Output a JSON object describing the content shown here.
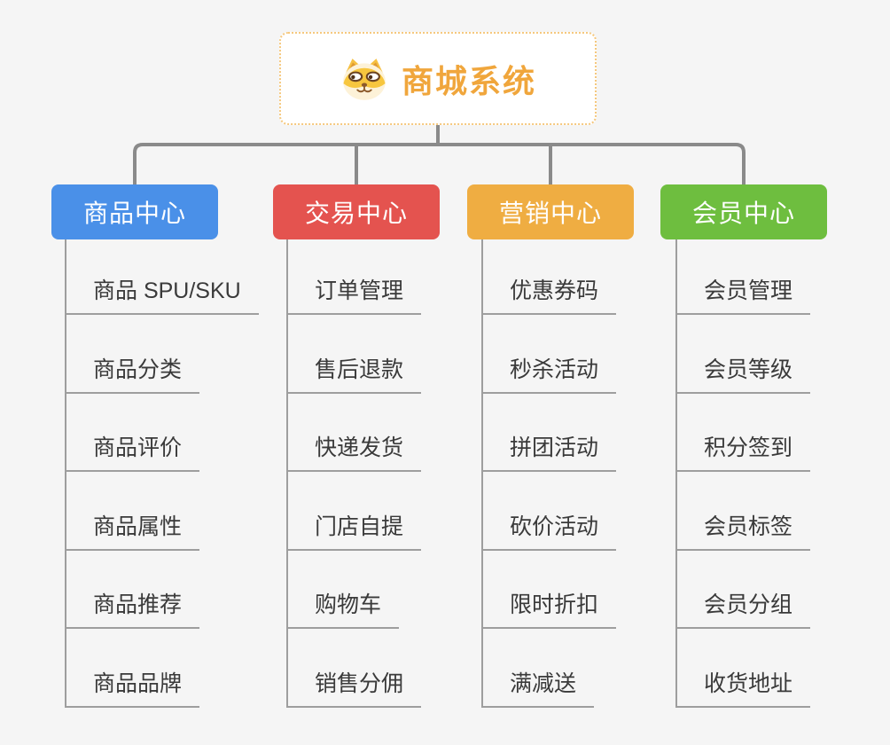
{
  "root": {
    "label": "商城系统",
    "icon": "shiba-dog-icon"
  },
  "branches": [
    {
      "label": "商品中心",
      "color": "#4A90E8",
      "children": [
        "商品 SPU/SKU",
        "商品分类",
        "商品评价",
        "商品属性",
        "商品推荐",
        "商品品牌"
      ]
    },
    {
      "label": "交易中心",
      "color": "#E4534F",
      "children": [
        "订单管理",
        "售后退款",
        "快递发货",
        "门店自提",
        "购物车",
        "销售分佣"
      ]
    },
    {
      "label": "营销中心",
      "color": "#EFAD42",
      "children": [
        "优惠券码",
        "秒杀活动",
        "拼团活动",
        "砍价活动",
        "限时折扣",
        "满减送"
      ]
    },
    {
      "label": "会员中心",
      "color": "#6EBE3F",
      "children": [
        "会员管理",
        "会员等级",
        "积分签到",
        "会员标签",
        "会员分组",
        "收货地址"
      ]
    }
  ],
  "colors": {
    "background": "#F5F5F5",
    "connector_line": "#8A8A8A",
    "child_line": "#9E9E9E",
    "child_text": "#3A3A3A",
    "root_text": "#F0A63C",
    "root_border": "#F5C87E",
    "branch_text": "#FFFFFF"
  }
}
